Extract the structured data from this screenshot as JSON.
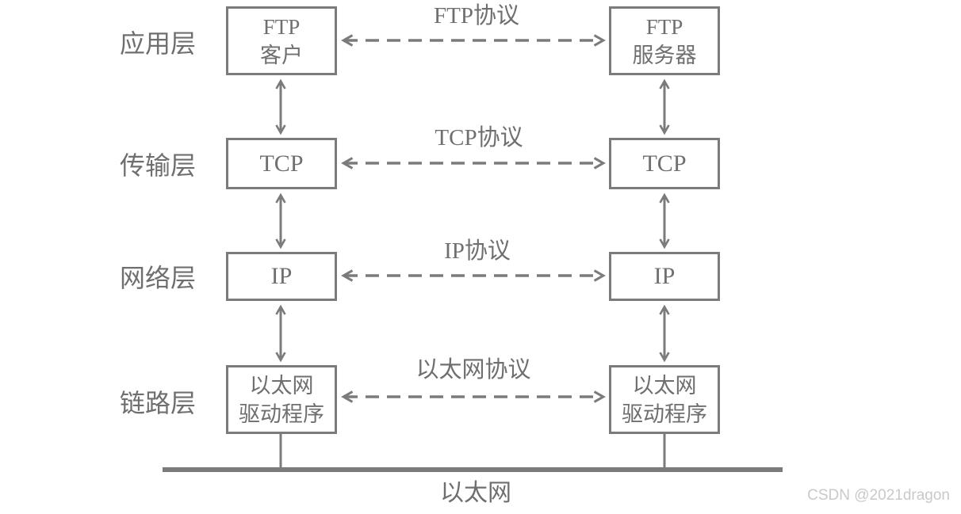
{
  "diagram": {
    "colors": {
      "stroke": "#7b7b7b",
      "text": "#6f6f6f",
      "watermark": "#c9c9c9",
      "background": "#ffffff"
    },
    "rows": [
      {
        "layer_label": "应用层",
        "left_box_lines": [
          "FTP",
          "客户"
        ],
        "right_box_lines": [
          "FTP",
          "服务器"
        ],
        "protocol_label": "FTP协议"
      },
      {
        "layer_label": "传输层",
        "left_box_lines": [
          "TCP"
        ],
        "right_box_lines": [
          "TCP"
        ],
        "protocol_label": "TCP协议"
      },
      {
        "layer_label": "网络层",
        "left_box_lines": [
          "IP"
        ],
        "right_box_lines": [
          "IP"
        ],
        "protocol_label": "IP协议"
      },
      {
        "layer_label": "链路层",
        "left_box_lines": [
          "以太网",
          "驱动程序"
        ],
        "right_box_lines": [
          "以太网",
          "驱动程序"
        ],
        "protocol_label": "以太网协议"
      }
    ],
    "bus_label": "以太网",
    "watermark": "CSDN @2021dragon"
  }
}
